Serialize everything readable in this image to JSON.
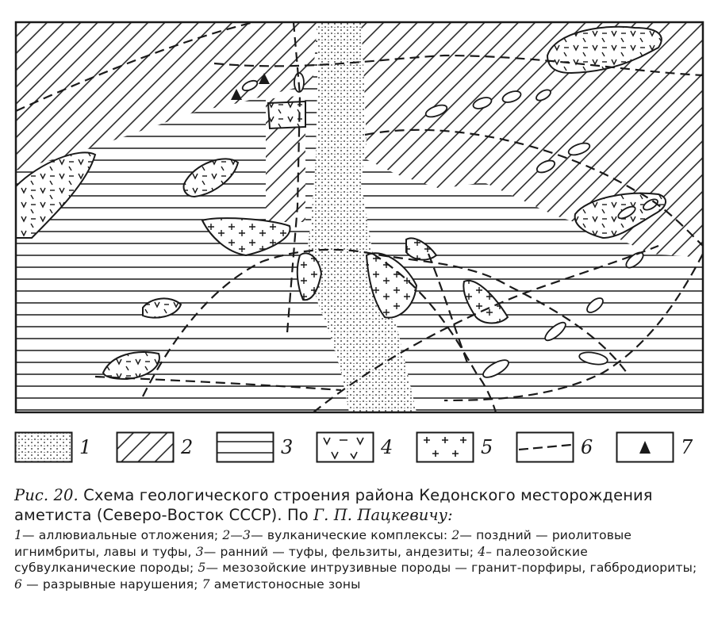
{
  "legend": [
    {
      "number": "1",
      "pattern": "dots"
    },
    {
      "number": "2",
      "pattern": "diagonal-hatch"
    },
    {
      "number": "3",
      "pattern": "horizontal-lines"
    },
    {
      "number": "4",
      "pattern": "v-marks"
    },
    {
      "number": "5",
      "pattern": "crosses"
    },
    {
      "number": "6",
      "pattern": "dashed-line"
    },
    {
      "number": "7",
      "pattern": "triangle"
    }
  ],
  "caption": {
    "fig_label": "Рис. 20.",
    "title_part1": "Схема геологического строения района Кедонского месторождения аметиста (Северо-Восток СССР). По",
    "author": "Г. П. Пацкевичу:",
    "items": [
      {
        "num": "1",
        "sep": "— ",
        "text": "аллювиальные отложения;"
      },
      {
        "num": "2—3",
        "sep": "— ",
        "text": "вулканические комплексы:"
      },
      {
        "num": "2",
        "sep": "— ",
        "text": "поздний — риолитовые игнимбриты, лавы и туфы,"
      },
      {
        "num": "3",
        "sep": "— ",
        "text": "ранний — туфы, фельзиты, андезиты;"
      },
      {
        "num": "4",
        "sep": "– ",
        "text": "палеозойские субвулканические породы;"
      },
      {
        "num": "5",
        "sep": "— ",
        "text": "мезозойские интрузивные породы — гранит-порфиры, габбродиориты;"
      },
      {
        "num": "6",
        "sep": " — ",
        "text": "разрывные нарушения;"
      },
      {
        "num": "7",
        "sep": " ",
        "text": "аметистоносные зоны"
      }
    ]
  }
}
